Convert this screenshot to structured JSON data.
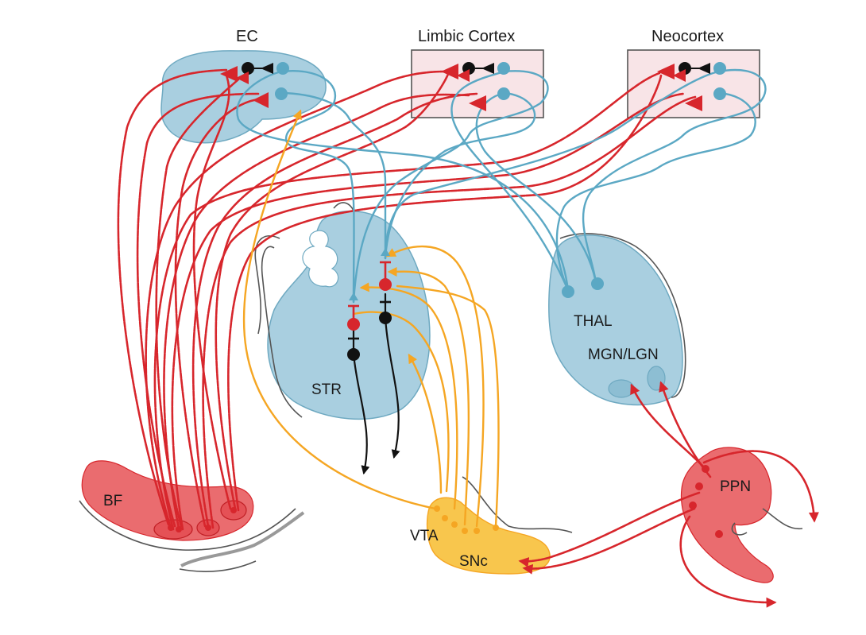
{
  "colors": {
    "cholinergic": "#d7262c",
    "glutamatergic": "#5ba8c4",
    "dopaminergic": "#f5a623",
    "gabaergic": "#111111",
    "region_blue_fill": "#a9cfe0",
    "region_red_fill": "#ea6c6f",
    "region_orange_fill": "#f8c64d",
    "cortex_box_fill": "#f8e4e7"
  },
  "labels": {
    "ec": "EC",
    "limbic_cortex": "Limbic Cortex",
    "neocortex": "Neocortex",
    "str": "STR",
    "thal": "THAL",
    "mgn_lgn": "MGN/LGN",
    "bf": "BF",
    "vta": "VTA",
    "snc": "SNc",
    "ppn": "PPN"
  }
}
